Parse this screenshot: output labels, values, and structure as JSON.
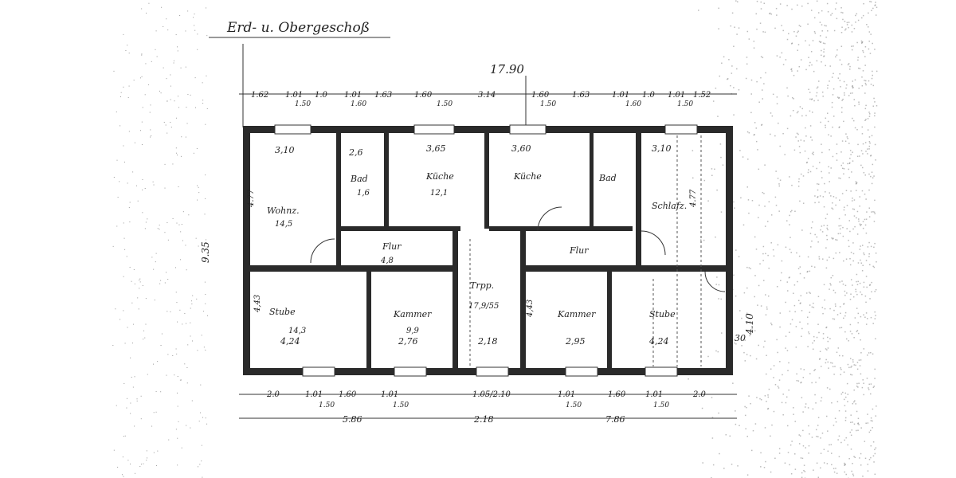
{
  "title": "Erd- u. Obergeschoß",
  "overall_width": "17.90",
  "top_dims": [
    "1.62",
    "1.01",
    "1.0",
    "1.01",
    "1.63",
    "1.60",
    "3.14",
    "1.60",
    "1.63",
    "1.01",
    "1.0",
    "1.01",
    "1.52"
  ],
  "top_subdims": [
    "1.50",
    "1.60",
    "1.50",
    "1.50",
    "1.60",
    "1.50"
  ],
  "left_height": "9.35",
  "right_height": "4.10",
  "rooms": [
    {
      "name": "Wohnz.",
      "area": "14,5",
      "width": "3,10",
      "depth": "4.77"
    },
    {
      "name": "Bad",
      "area": "1,6",
      "width": "2,6"
    },
    {
      "name": "Küche",
      "area": "12,1",
      "width": "3,65"
    },
    {
      "name": "Küche",
      "width": "3,60"
    },
    {
      "name": "Bad"
    },
    {
      "name": "Schlafz.",
      "width": "3,10",
      "depth": "4.77"
    },
    {
      "name": "Flur",
      "area": "4,8"
    },
    {
      "name": "Flur"
    },
    {
      "name": "Trpp.",
      "area": "17,9/55",
      "width": "2,18"
    },
    {
      "name": "Stube",
      "area": "14,3",
      "width": "4,24",
      "depth": "4,43"
    },
    {
      "name": "Kammer",
      "area": "9,9",
      "width": "2,76"
    },
    {
      "name": "Kammer",
      "width": "2,95",
      "depth": "4,43"
    },
    {
      "name": "Stube",
      "width": "4,24"
    }
  ],
  "wall_thickness": "30",
  "bottom_dims": [
    "2.0",
    "1.01",
    "1.60",
    "1.01",
    "1.05/2.10",
    "1.01",
    "1.60",
    "1.01",
    "2.0"
  ],
  "bottom_subdims": [
    "1.50",
    "1.50",
    "1.50",
    "1.50"
  ],
  "bottom_totals": [
    "5.86",
    "2.18",
    "7.86"
  ]
}
